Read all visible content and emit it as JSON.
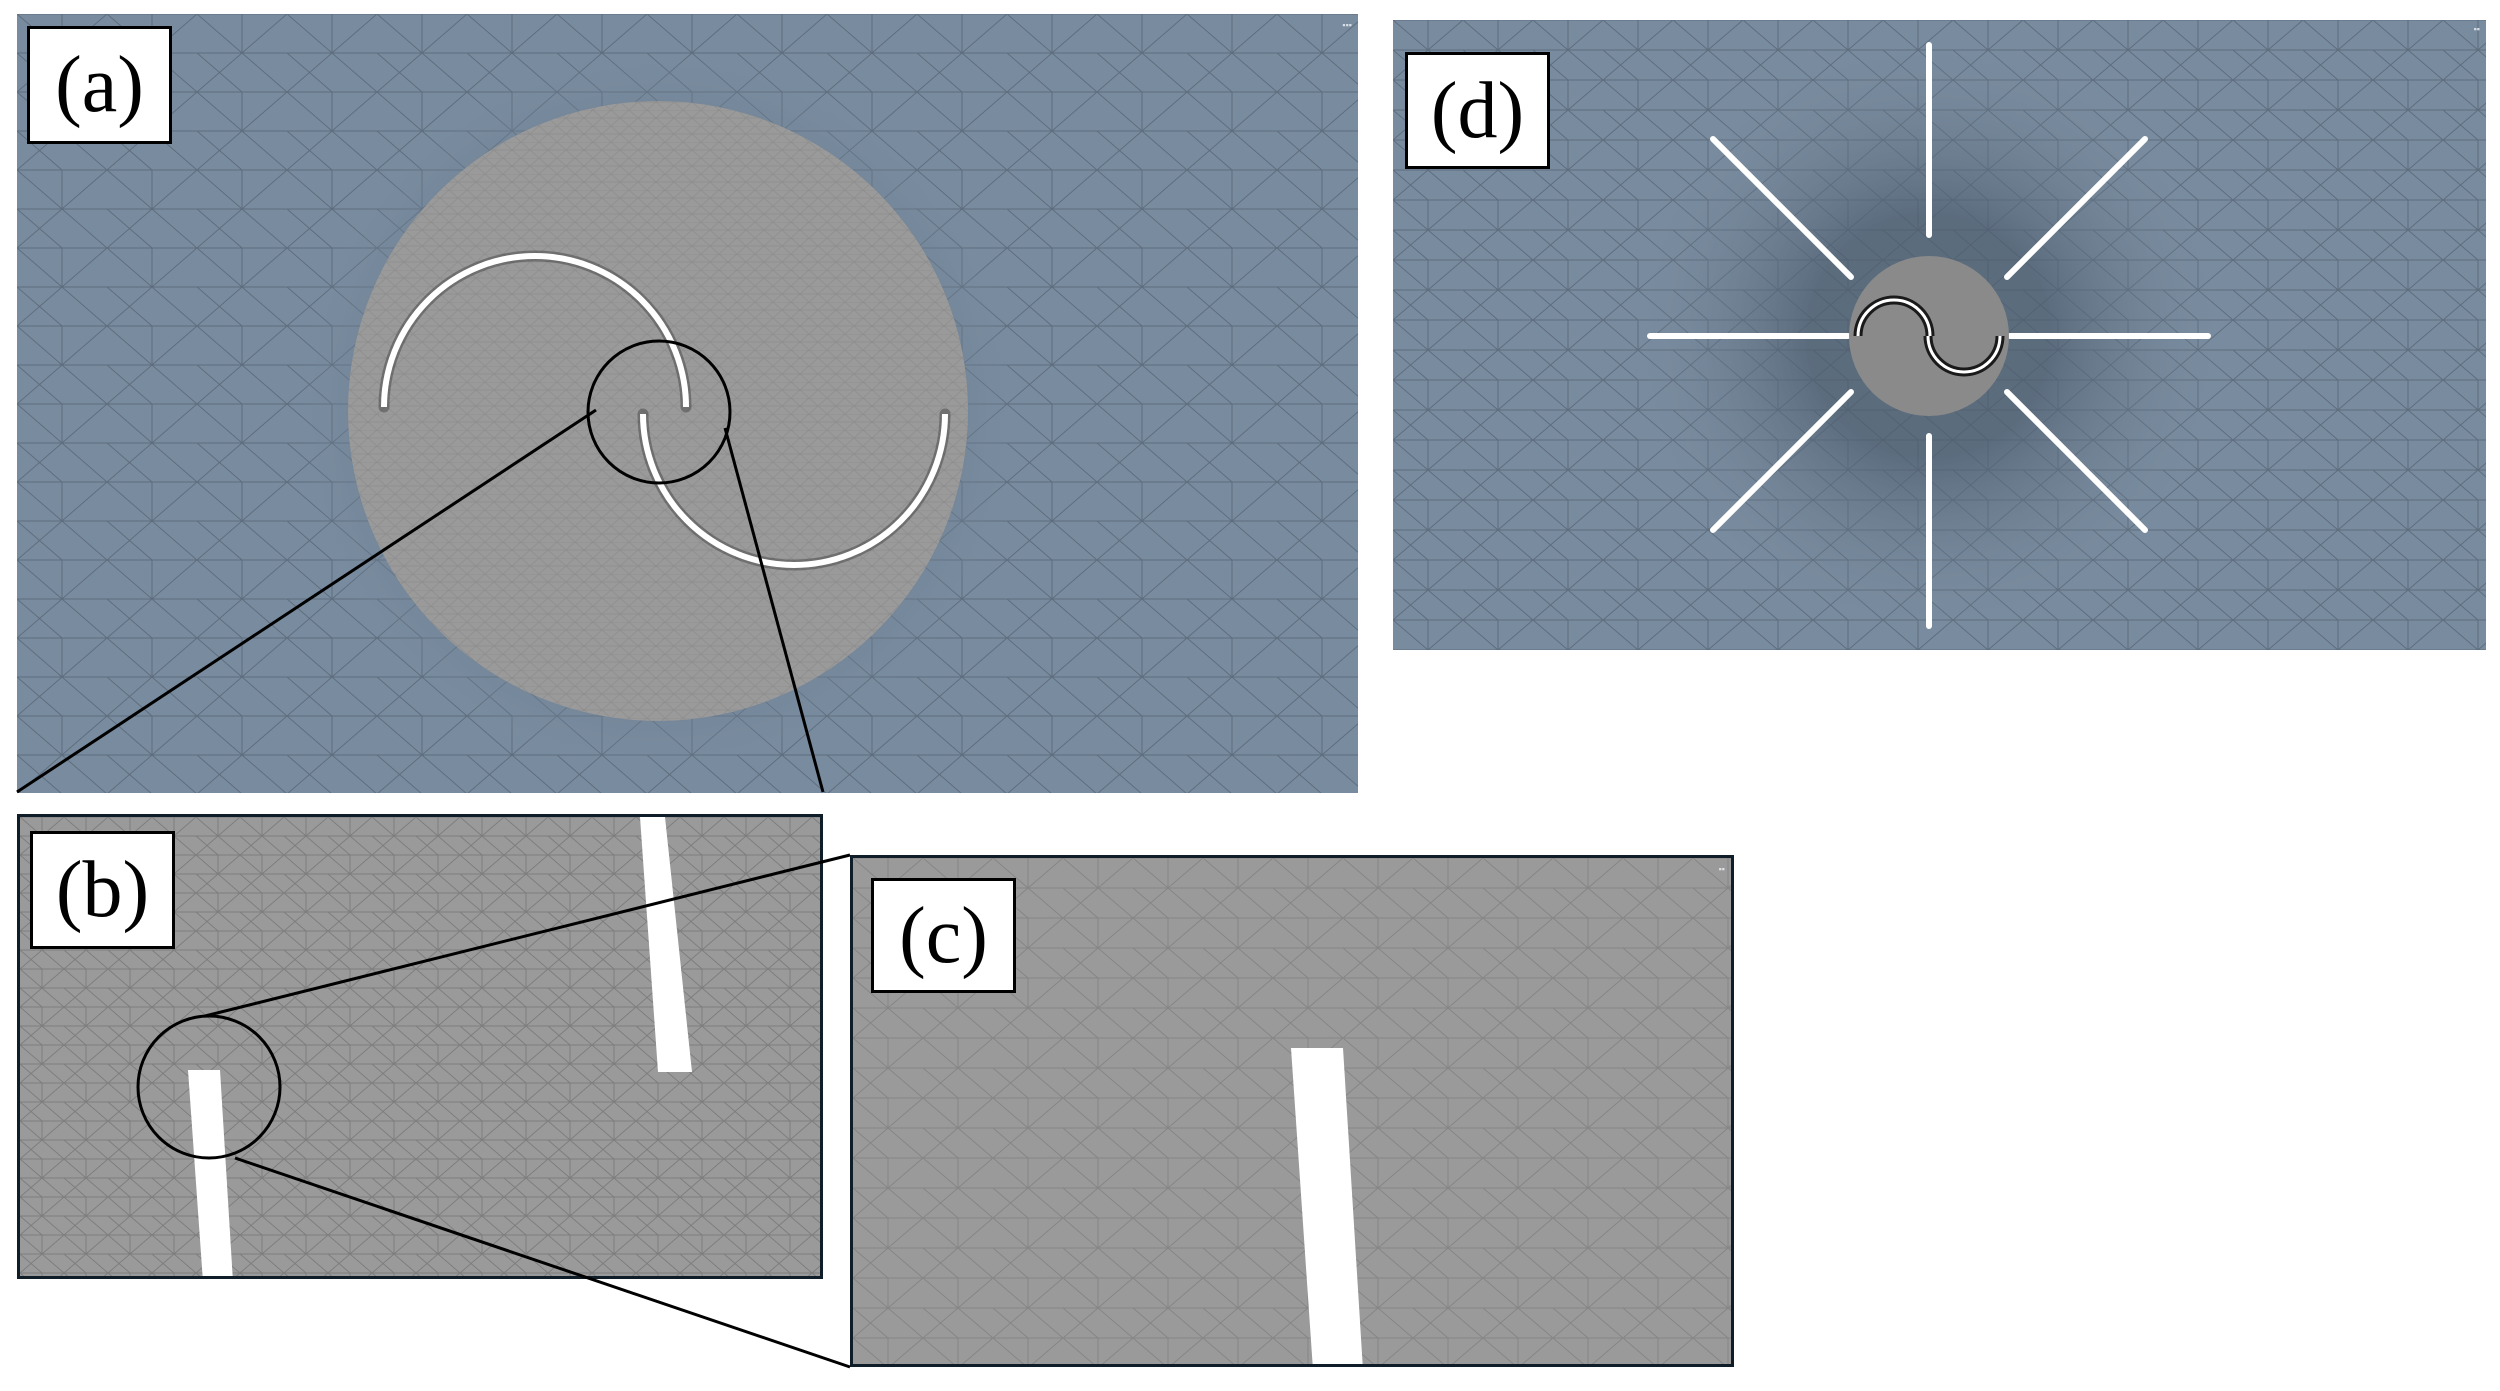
{
  "panels": {
    "a": {
      "label": "(a)"
    },
    "b": {
      "label": "(b)"
    },
    "c": {
      "label": "(c)"
    },
    "d": {
      "label": "(d)"
    }
  },
  "colors": {
    "fluid_far": "#798b9e",
    "fluid_rotor": "#9a9a9a",
    "mesh_line": "#4a5868",
    "blade": "#ffffff",
    "frame": "#0f1d29",
    "zoom_line": "#000000"
  }
}
